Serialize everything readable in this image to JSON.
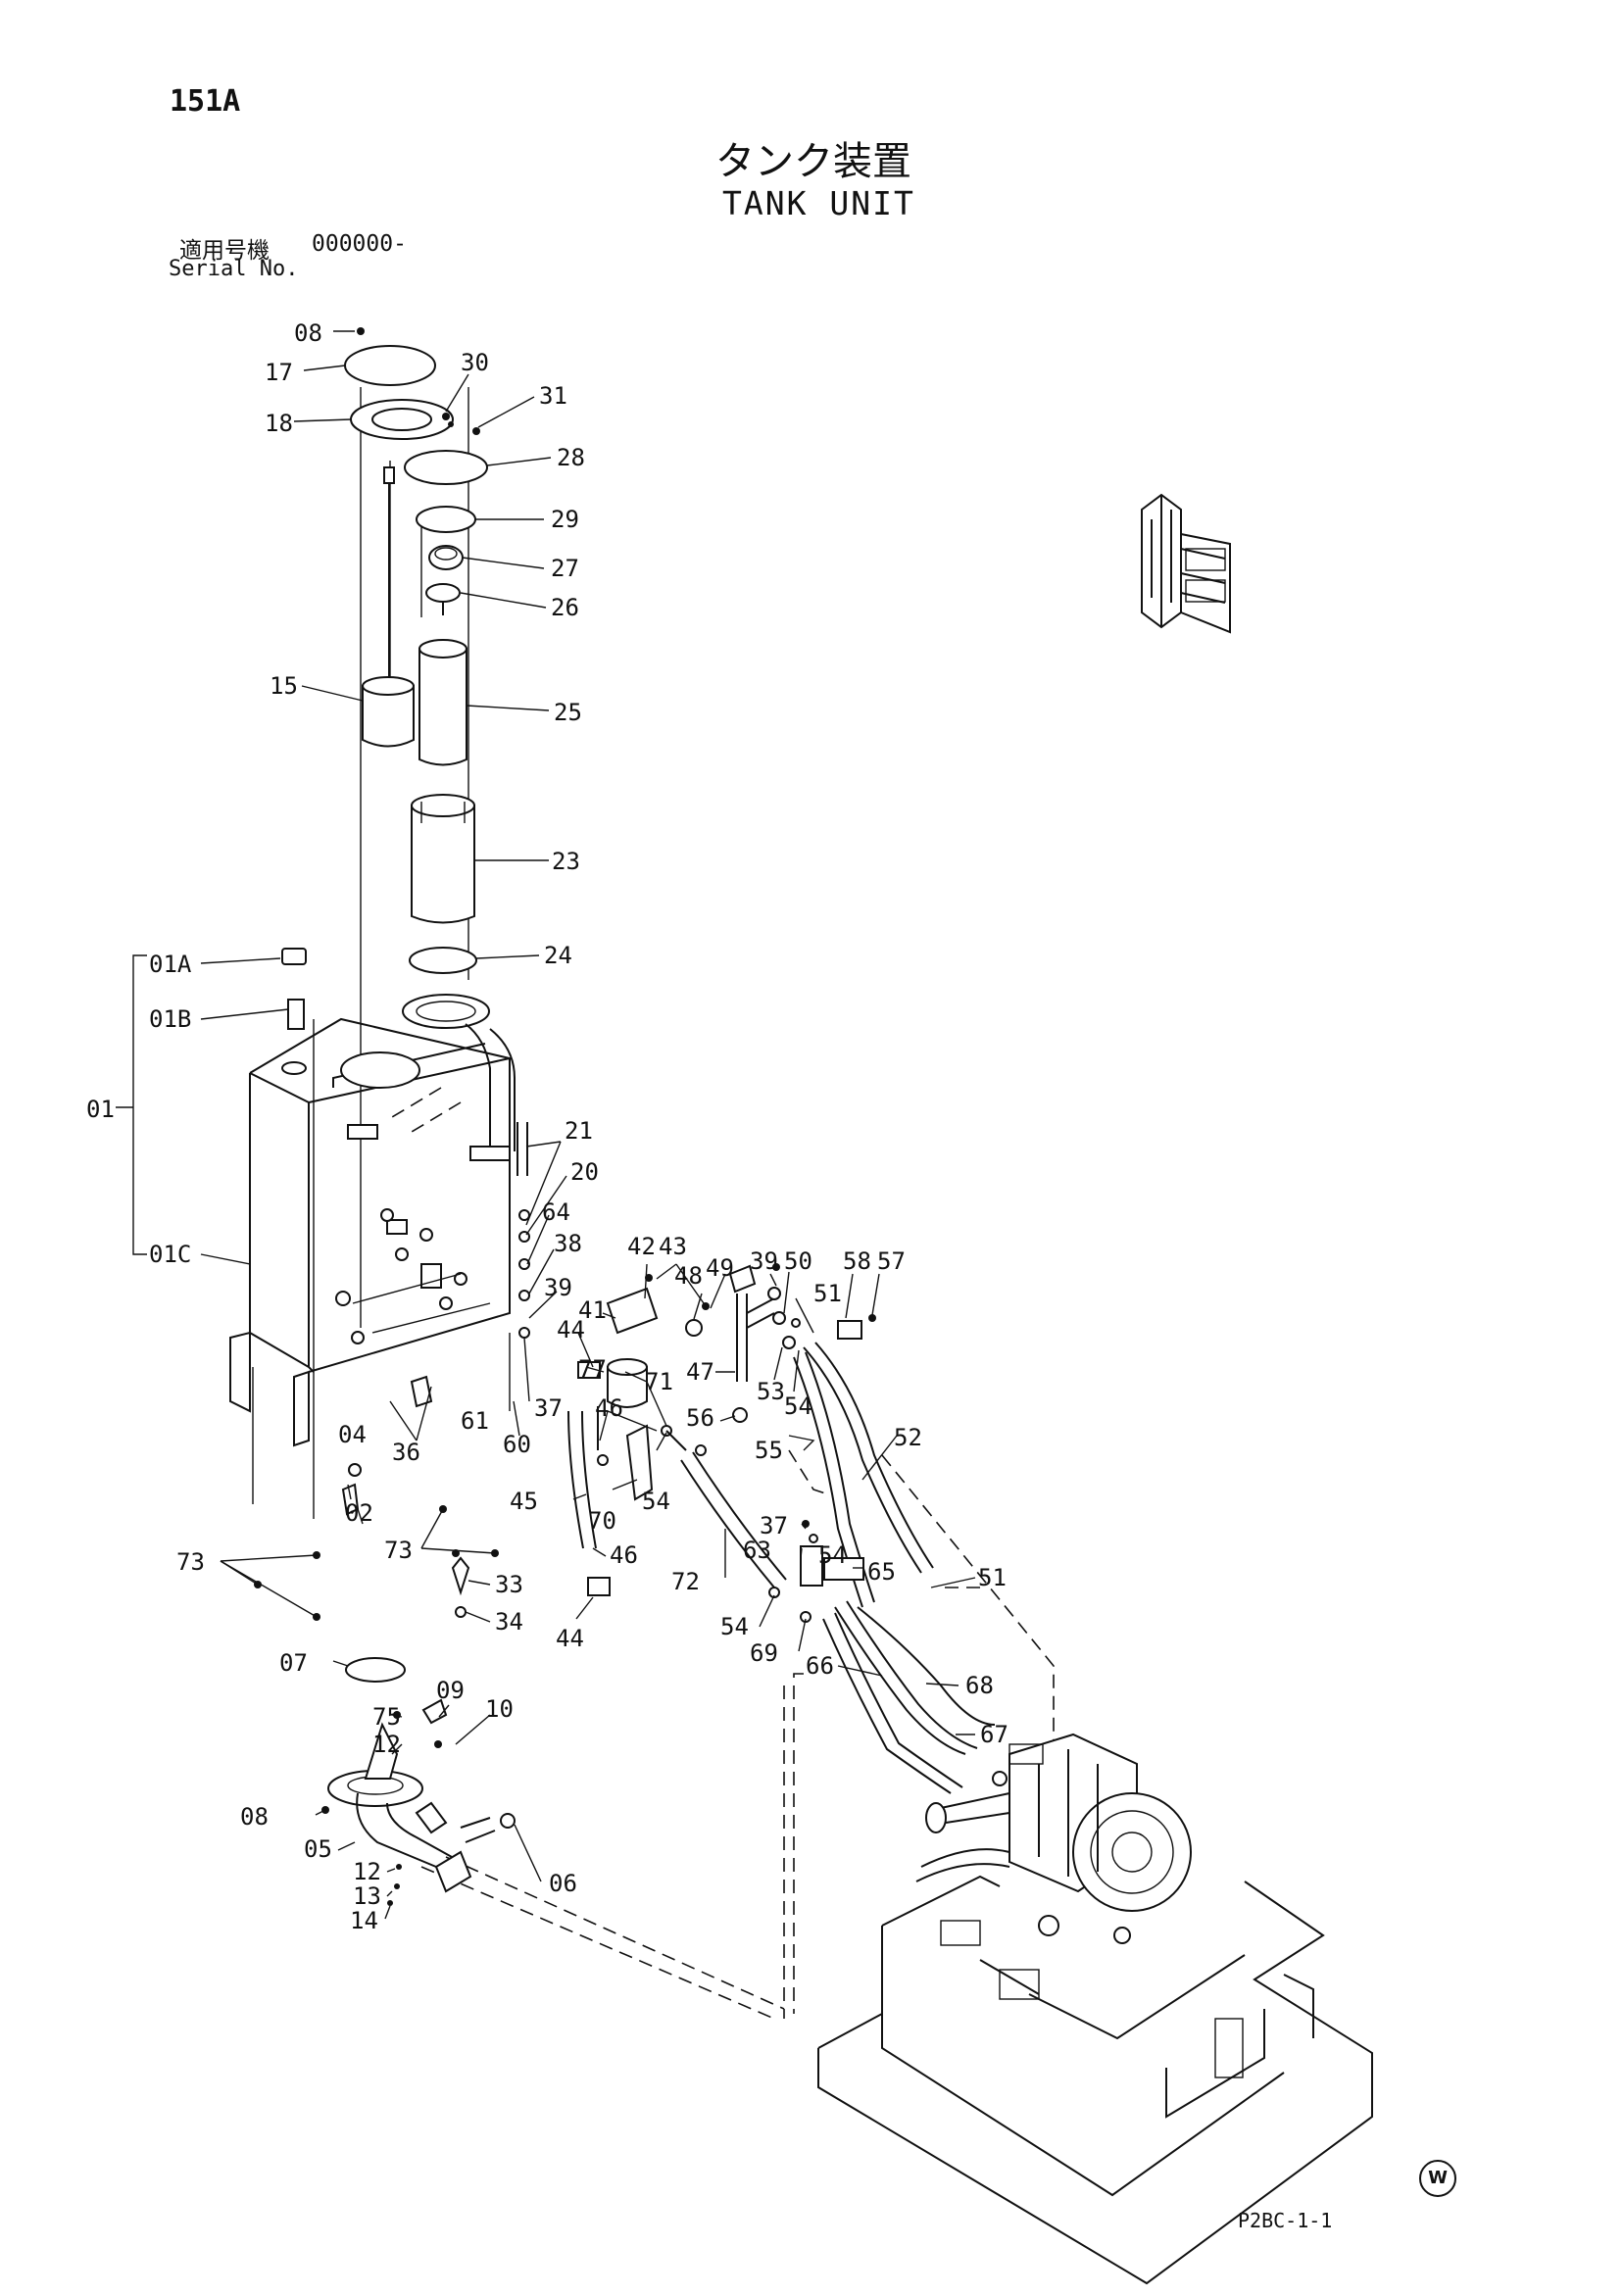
{
  "header": {
    "page_number": "151A",
    "title_jp": "タンク装置",
    "title_en": "TANK UNIT",
    "serial_label_jp": "適用号機",
    "serial_value": "000000-",
    "serial_label_en": "Serial No."
  },
  "footer": {
    "reference_code": "P2BC-1-1",
    "marker": "W"
  },
  "callouts": {
    "c08a": "08",
    "c17": "17",
    "c18": "18",
    "c30": "30",
    "c31": "31",
    "c28": "28",
    "c29": "29",
    "c27": "27",
    "c26": "26",
    "c15": "15",
    "c25": "25",
    "c23": "23",
    "c24": "24",
    "c01A": "01A",
    "c01B": "01B",
    "c01": "01",
    "c01C": "01C",
    "c21": "21",
    "c20": "20",
    "c64": "64",
    "c38": "38",
    "c39a": "39",
    "c42": "42",
    "c43": "43",
    "c48": "48",
    "c49": "49",
    "c39b": "39",
    "c50": "50",
    "c58": "58",
    "c57": "57",
    "c51a": "51",
    "c41": "41",
    "c47": "47",
    "c53": "53",
    "c54a": "54",
    "c44a": "44",
    "c77": "77",
    "c71": "71",
    "c46a": "46",
    "c56": "56",
    "c37a": "37",
    "c04": "04",
    "c36": "36",
    "c61": "61",
    "c60": "60",
    "c55": "55",
    "c52": "52",
    "c02": "02",
    "c45": "45",
    "c70": "70",
    "c54b": "54",
    "c73a": "73",
    "c73b": "73",
    "c46b": "46",
    "c37b": "37",
    "c63": "63",
    "c54c": "54",
    "c65": "65",
    "c51b": "51",
    "c72": "72",
    "c33": "33",
    "c34": "34",
    "c44b": "44",
    "c54d": "54",
    "c69": "69",
    "c07": "07",
    "c66": "66",
    "c68": "68",
    "c09": "09",
    "c75": "75",
    "c10": "10",
    "c67": "67",
    "c12a": "12",
    "c08b": "08",
    "c05": "05",
    "c06": "06",
    "c12b": "12",
    "c13": "13",
    "c14": "14"
  }
}
